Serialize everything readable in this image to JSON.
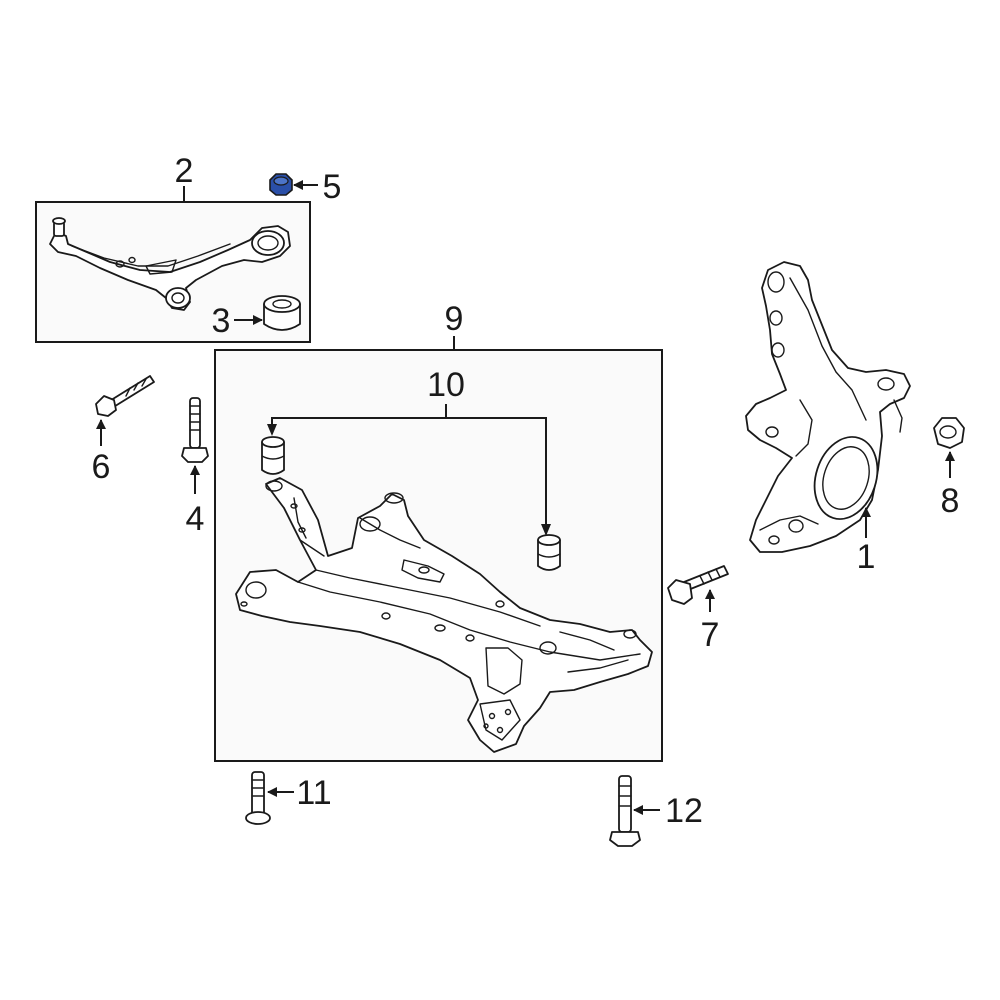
{
  "callouts": {
    "c1": "1",
    "c2": "2",
    "c3": "3",
    "c4": "4",
    "c5": "5",
    "c6": "6",
    "c7": "7",
    "c8": "8",
    "c9": "9",
    "c10": "10",
    "c11": "11",
    "c12": "12"
  },
  "colors": {
    "line": "#1a1a1a",
    "highlight_part": "#2a4fa8",
    "box_fill": "#fafafa"
  }
}
